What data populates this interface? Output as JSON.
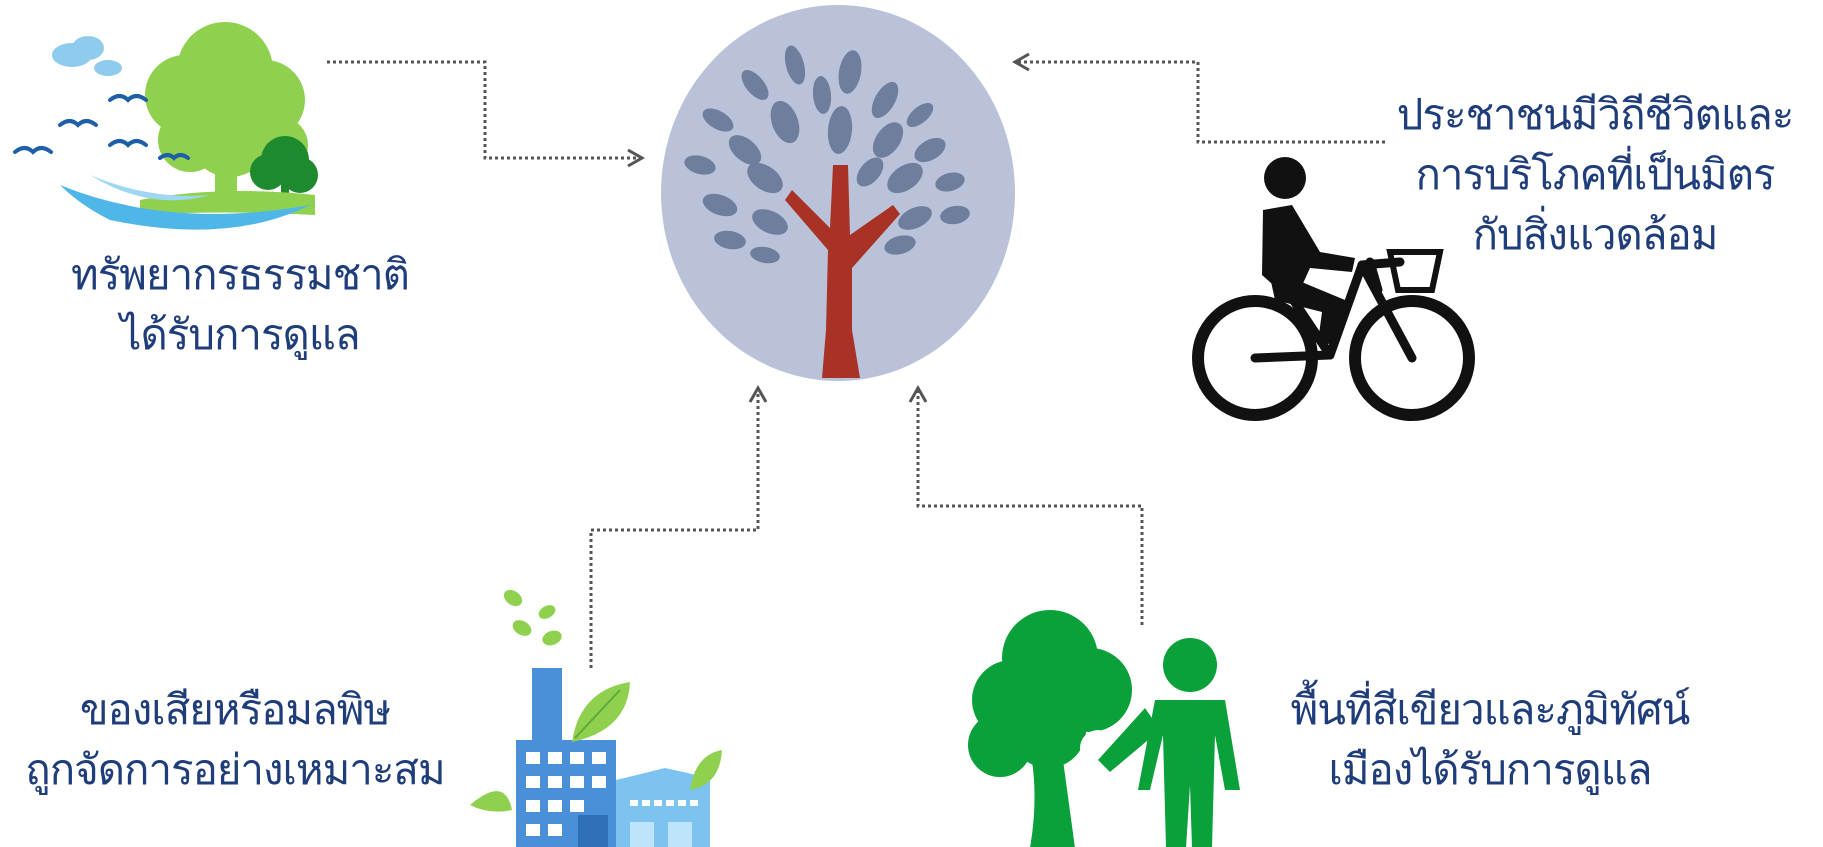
{
  "diagram": {
    "center": {
      "icon": "sustainable-tree-icon"
    },
    "nodes": {
      "natural_resources": {
        "icon": "nature-landscape-icon",
        "lines": [
          "ทรัพยากรธรรมชาติ",
          "ได้รับการดูแล"
        ]
      },
      "lifestyle": {
        "icon": "bicycle-rider-icon",
        "lines": [
          "ประชาชนมีวิถีชีวิตและ",
          "การบริโภคที่เป็นมิตร",
          "กับสิ่งแวดล้อม"
        ]
      },
      "waste": {
        "icon": "green-factory-icon",
        "lines": [
          "ของเสียหรือมลพิษ",
          "ถูกจัดการอย่างเหมาะสม"
        ]
      },
      "green_space": {
        "icon": "person-tree-icon",
        "lines": [
          "พื้นที่สีเขียวและภูมิทัศน์",
          "เมืองได้รับการดูแล"
        ]
      }
    },
    "colors": {
      "label_text": "#1f3d7a",
      "circle_fill": "#b9c2d8",
      "leaf": "#6e7e9c",
      "trunk": "#a93226",
      "connector": "#555555",
      "green_icon": "#0aa03a",
      "light_green": "#8fd14f",
      "water": "#4fb6e8",
      "factory": "#4a90d9"
    }
  }
}
